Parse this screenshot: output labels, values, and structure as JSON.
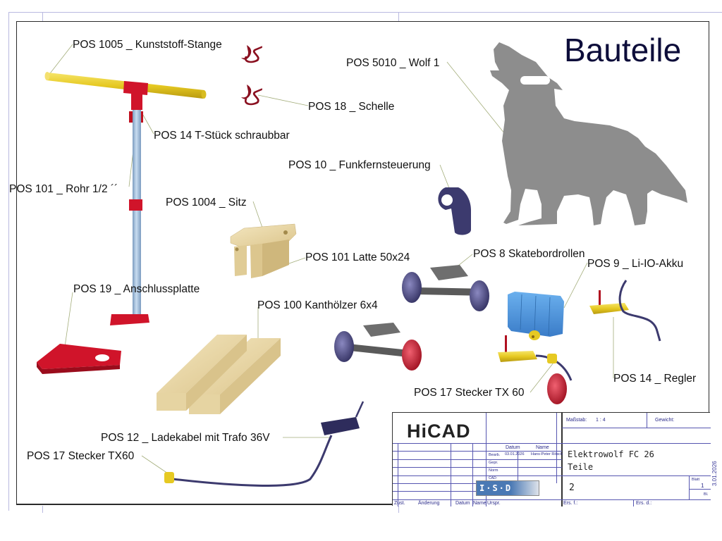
{
  "sheet": {
    "title": "Bauteile",
    "side_date": "3.01.2026"
  },
  "parts": [
    {
      "id": "kunststoff-stange",
      "label": "POS 1005 _ Kunststoff-Stange"
    },
    {
      "id": "schelle",
      "label": "POS 18 _ Schelle"
    },
    {
      "id": "t-stueck",
      "label": "POS 14 T-Stück schraubbar"
    },
    {
      "id": "rohr",
      "label": "POS 101 _ Rohr  1/2 ´´"
    },
    {
      "id": "sitz",
      "label": "POS 1004 _ Sitz"
    },
    {
      "id": "latte",
      "label": "POS 101 Latte 50x24"
    },
    {
      "id": "anschlussplatte",
      "label": "POS 19 _ Anschlussplatte"
    },
    {
      "id": "kanthoelzer",
      "label": "POS 100 Kanthölzer 6x4"
    },
    {
      "id": "wolf",
      "label": "POS 5010 _ Wolf 1"
    },
    {
      "id": "funkfernsteuerung",
      "label": "POS 10 _ Funkfernsteuerung"
    },
    {
      "id": "skatebordrollen",
      "label": "POS 8 Skatebordrollen"
    },
    {
      "id": "akku",
      "label": "POS 9 _ Li-IO-Akku"
    },
    {
      "id": "regler",
      "label": "POS 14 _ Regler"
    },
    {
      "id": "stecker-tx60-a",
      "label": "POS 17 Stecker TX 60"
    },
    {
      "id": "ladekabel",
      "label": "POS 12 _ Ladekabel mit Trafo 36V"
    },
    {
      "id": "stecker-tx60-b",
      "label": "POS 17 Stecker TX60"
    }
  ],
  "title_block": {
    "logo_text": "HiCAD",
    "isd_logo_text": "I·S·D",
    "massstab_label": "Maßstab:",
    "massstab_value": "1 : 4",
    "gewicht_label": "Gewicht:",
    "datum_header": "Datum",
    "name_header": "Name",
    "row_bearb": "Bearb.",
    "row_gepr": "Gepr.",
    "row_norm": "Norm",
    "row_cad": "CAD:",
    "bearb_datum": "03.01.2026",
    "bearb_name": "Hans-Peter Rösch",
    "drawing_title": "Elektrowolf FC 26",
    "drawing_subtitle": "Teile",
    "drawing_number": "2",
    "blatt_label": "Blatt",
    "blatt_value": "1",
    "bl_label": "Bl.",
    "zust": "Zust.",
    "aenderung": "Änderung",
    "datum": "Datum",
    "name": "Name",
    "urspr": "Urspr.",
    "ers_f": "Ers. f.:",
    "ers_d": "Ers. d.:"
  },
  "colors": {
    "frame": "#2a2a2a",
    "title_block_lines": "#5656b0",
    "leader": "#9aa870",
    "red_part": "#d0142a",
    "yellow_part": "#e8cf2a",
    "tube": "#9ab8d8",
    "wood": "#ead9a8",
    "dark_part": "#3c3a6e",
    "akku": "#4a90d8",
    "wolf": "#8a8a8a"
  }
}
